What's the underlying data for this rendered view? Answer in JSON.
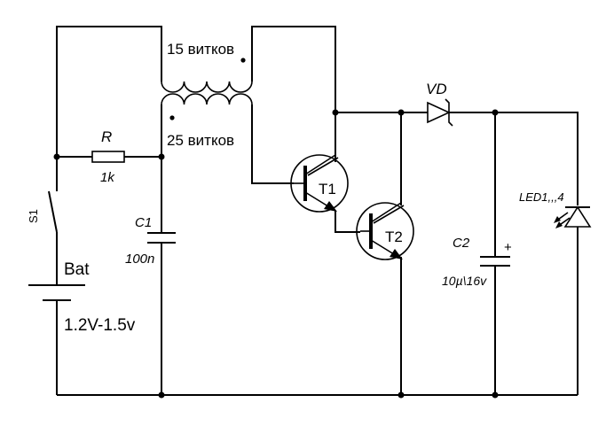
{
  "labels": {
    "winding_top": "15 витков",
    "winding_bottom": "25 витков",
    "resistor_name": "R",
    "resistor_value": "1k",
    "switch_name": "S1",
    "battery_name": "Bat",
    "battery_value": "1.2V-1.5v",
    "cap1_name": "C1",
    "cap1_value": "100n",
    "transistor1": "T1",
    "transistor2": "T2",
    "diode_name": "VD",
    "cap2_name": "C2",
    "cap2_value": "10µ\\16v",
    "cap2_polarity": "+",
    "led_name": "LED1,,,4"
  }
}
